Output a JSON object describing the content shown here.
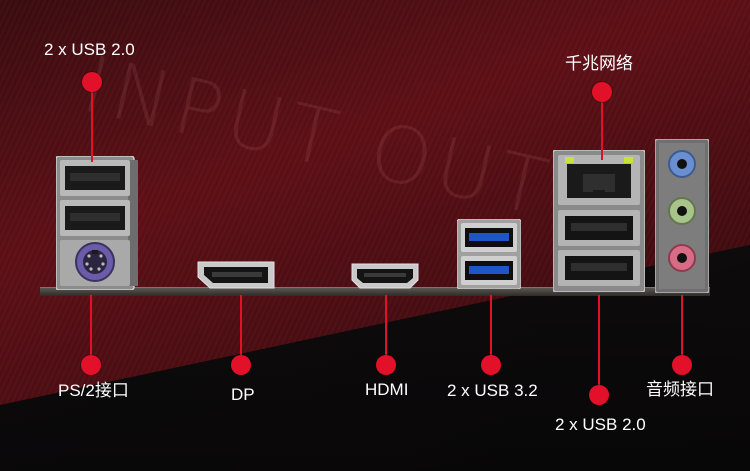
{
  "watermark": "INPUT OUTP",
  "labels": {
    "usb20_top": "2 x USB 2.0",
    "lan": "千兆网络",
    "ps2": "PS/2接口",
    "dp": "DP",
    "hdmi": "HDMI",
    "usb32": "2 x USB 3.2",
    "usb20_bottom": "2 x USB 2.0",
    "audio": "音频接口"
  },
  "colors": {
    "accent": "#e3102a",
    "usb3_blue": "#1f55c9",
    "audio_blue": "#6a8fd0",
    "audio_green": "#a9c48a",
    "audio_pink": "#d86c86",
    "ps2_purple": "#6a5ca8",
    "lan_led": "#c8e23a"
  },
  "icons": [
    "ps2-port-icon",
    "usb-port-icon",
    "displayport-icon",
    "hdmi-port-icon",
    "usb3-port-icon",
    "ethernet-port-icon",
    "audio-jack-icon"
  ]
}
